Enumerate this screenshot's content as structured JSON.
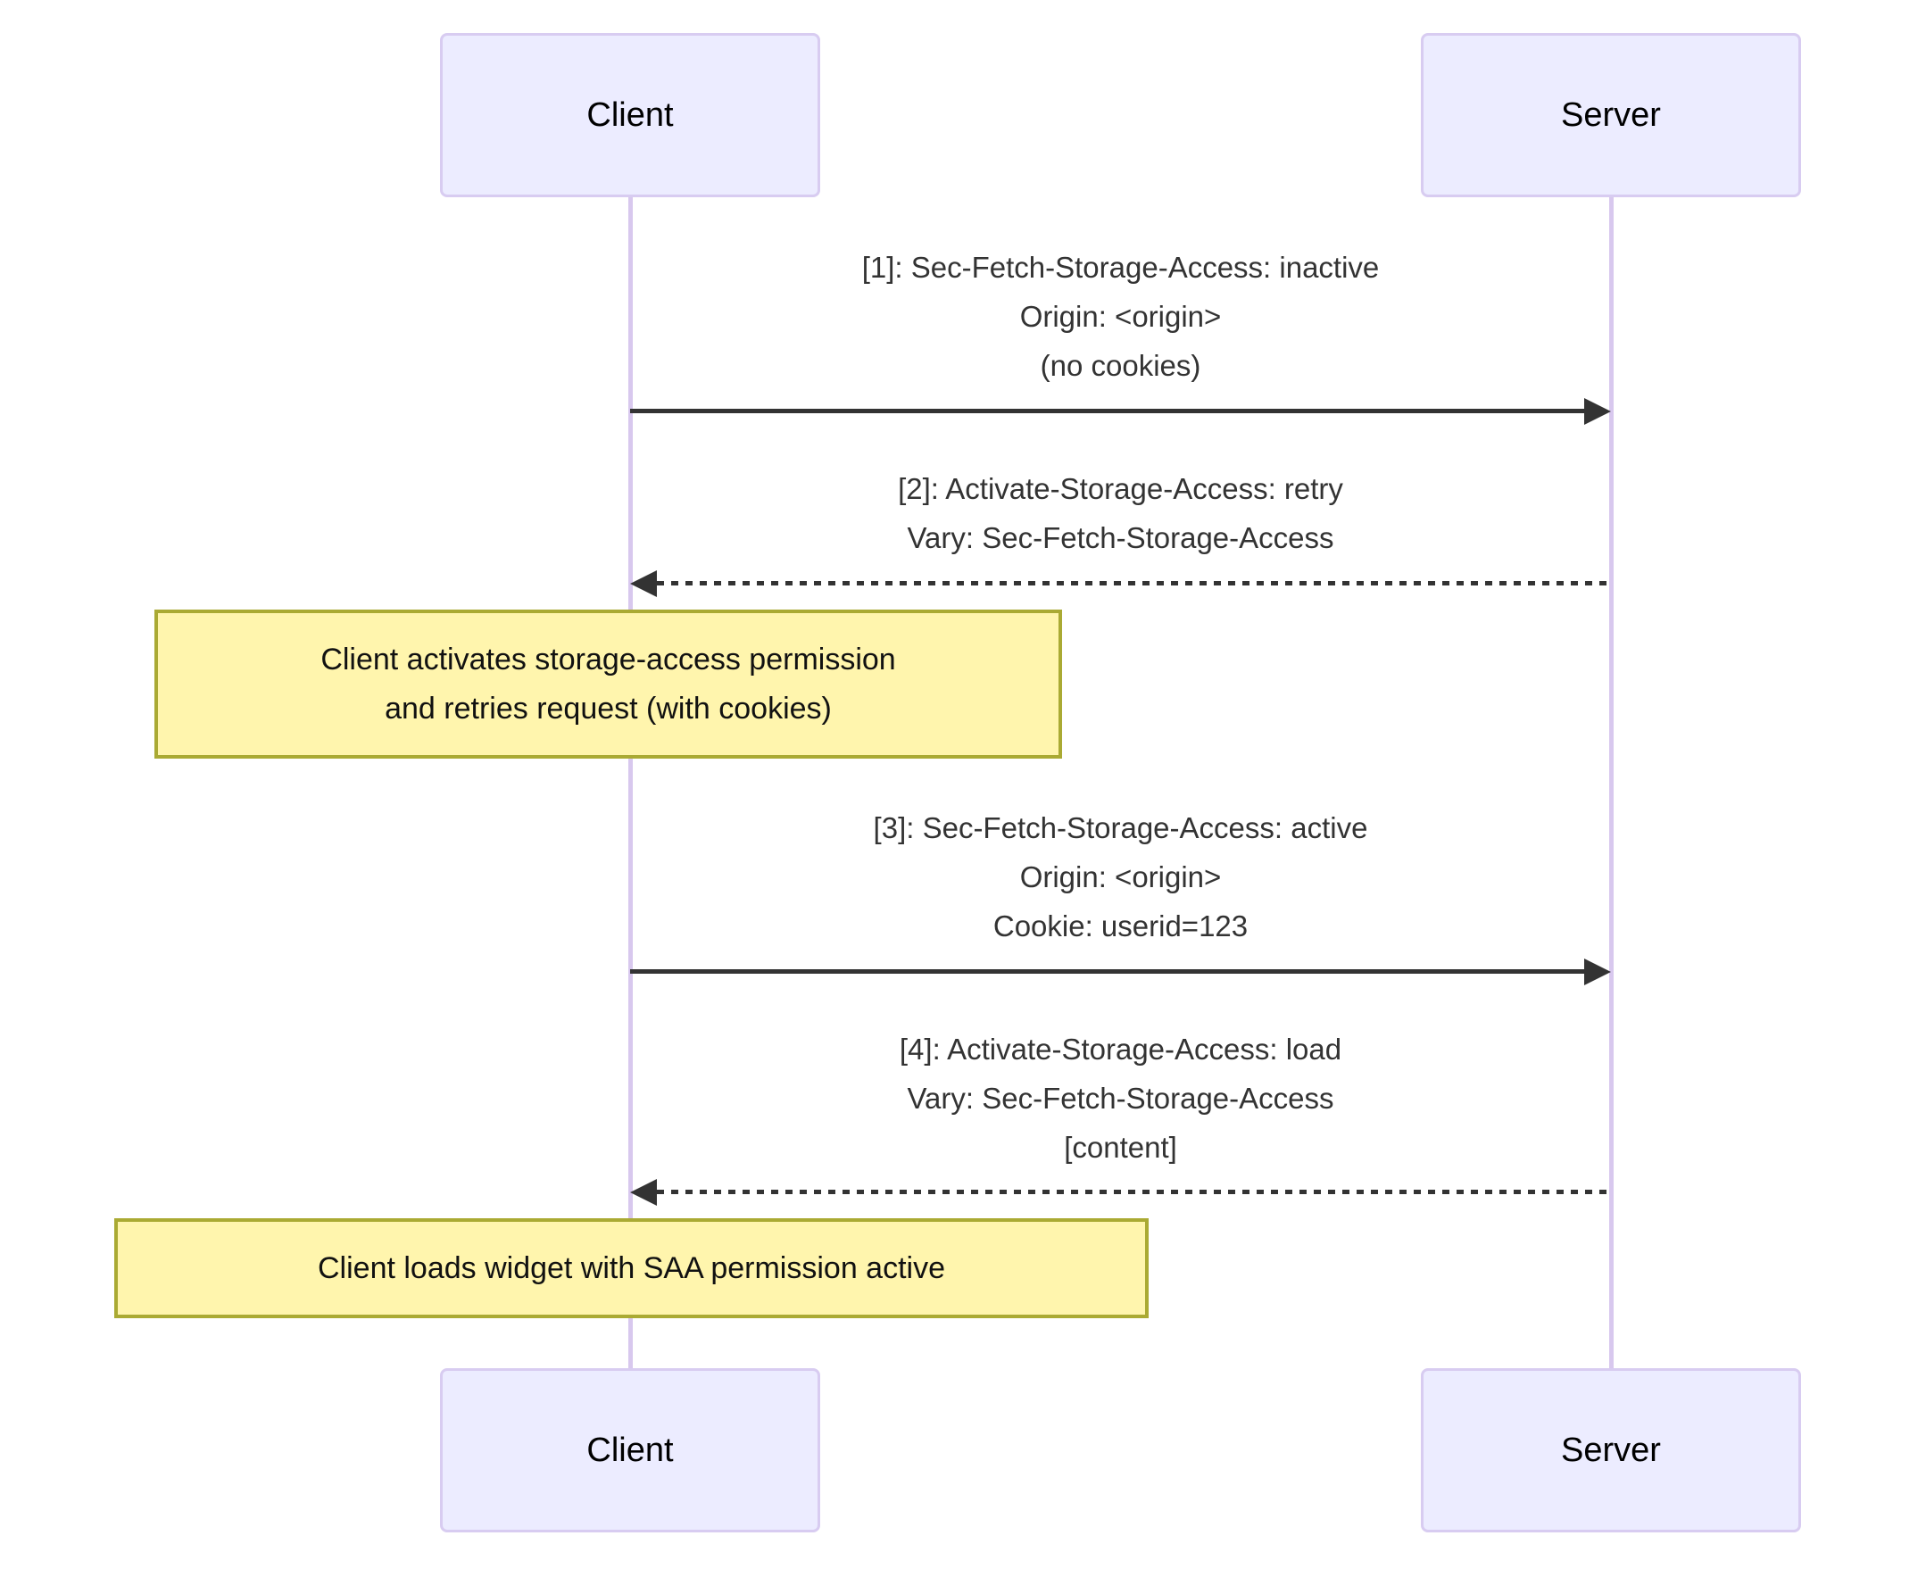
{
  "colors": {
    "actor_fill": "#ECECFF",
    "actor_border": "#D8CCF1",
    "lifeline": "#D8C8EE",
    "note_fill": "#FFF5AD",
    "note_border": "#AAAA33",
    "message_text": "#333333",
    "actor_text": "#000000"
  },
  "actors": [
    {
      "id": "client",
      "label": "Client"
    },
    {
      "id": "server",
      "label": "Server"
    }
  ],
  "messages": [
    {
      "id": 1,
      "from": "Client",
      "to": "Server",
      "line_style": "solid",
      "lines": [
        "[1]: Sec-Fetch-Storage-Access: inactive",
        "Origin: <origin>",
        "(no cookies)"
      ]
    },
    {
      "id": 2,
      "from": "Server",
      "to": "Client",
      "line_style": "dashed",
      "lines": [
        "[2]: Activate-Storage-Access: retry",
        "Vary: Sec-Fetch-Storage-Access"
      ]
    },
    {
      "id": 3,
      "from": "Client",
      "to": "Server",
      "line_style": "solid",
      "lines": [
        "[3]: Sec-Fetch-Storage-Access: active",
        "Origin: <origin>",
        "Cookie: userid=123"
      ]
    },
    {
      "id": 4,
      "from": "Server",
      "to": "Client",
      "line_style": "dashed",
      "lines": [
        "[4]: Activate-Storage-Access: load",
        "Vary: Sec-Fetch-Storage-Access",
        "[content]"
      ]
    }
  ],
  "notes": [
    {
      "lines": [
        "Client activates storage-access permission",
        "and retries request (with cookies)"
      ]
    },
    {
      "lines": [
        "Client loads widget with SAA permission active"
      ]
    }
  ]
}
